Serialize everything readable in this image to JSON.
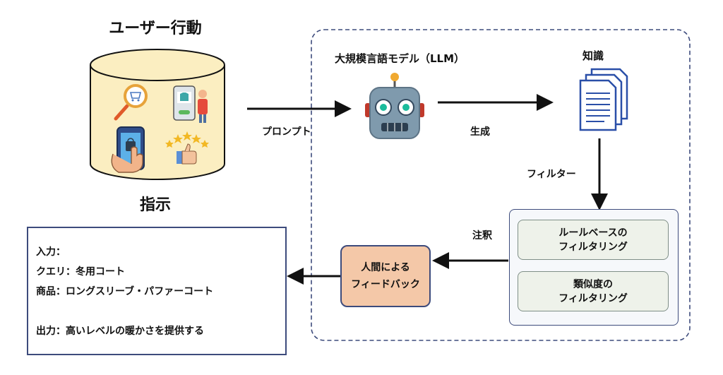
{
  "user_behavior_title": "ユーザー行動",
  "instruction_title": "指示",
  "llm_title": "大規模言語モデル（LLM）",
  "knowledge_title": "知識",
  "arrows": {
    "prompt_label": "プロンプト",
    "generate_label": "生成",
    "filter_label": "フィルター",
    "annotation_label": "注釈"
  },
  "feedback": {
    "line1": "人間による",
    "line2": "フィードバック"
  },
  "filters": {
    "rule_line1": "ルールベースの",
    "rule_line2": "フィルタリング",
    "sim_line1": "類似度の",
    "sim_line2": "フィルタリング"
  },
  "instruction": {
    "input_label": "入力：",
    "query": "クエリ：冬用コート",
    "product": "商品：ロングスリーブ・パファーコート",
    "output": "出力：高いレベルの暖かさを提供する"
  },
  "colors": {
    "dashed_border": "#3d4b7c",
    "feedback_fill": "#f4c8a8",
    "db_fill": "#fbeec1",
    "filter_inner_fill": "#eef2ea"
  },
  "icons": [
    "database-icon",
    "cart-search-icon",
    "shopping-phone-icon",
    "phone-bag-icon",
    "rating-stars-icon",
    "robot-icon",
    "documents-icon"
  ]
}
